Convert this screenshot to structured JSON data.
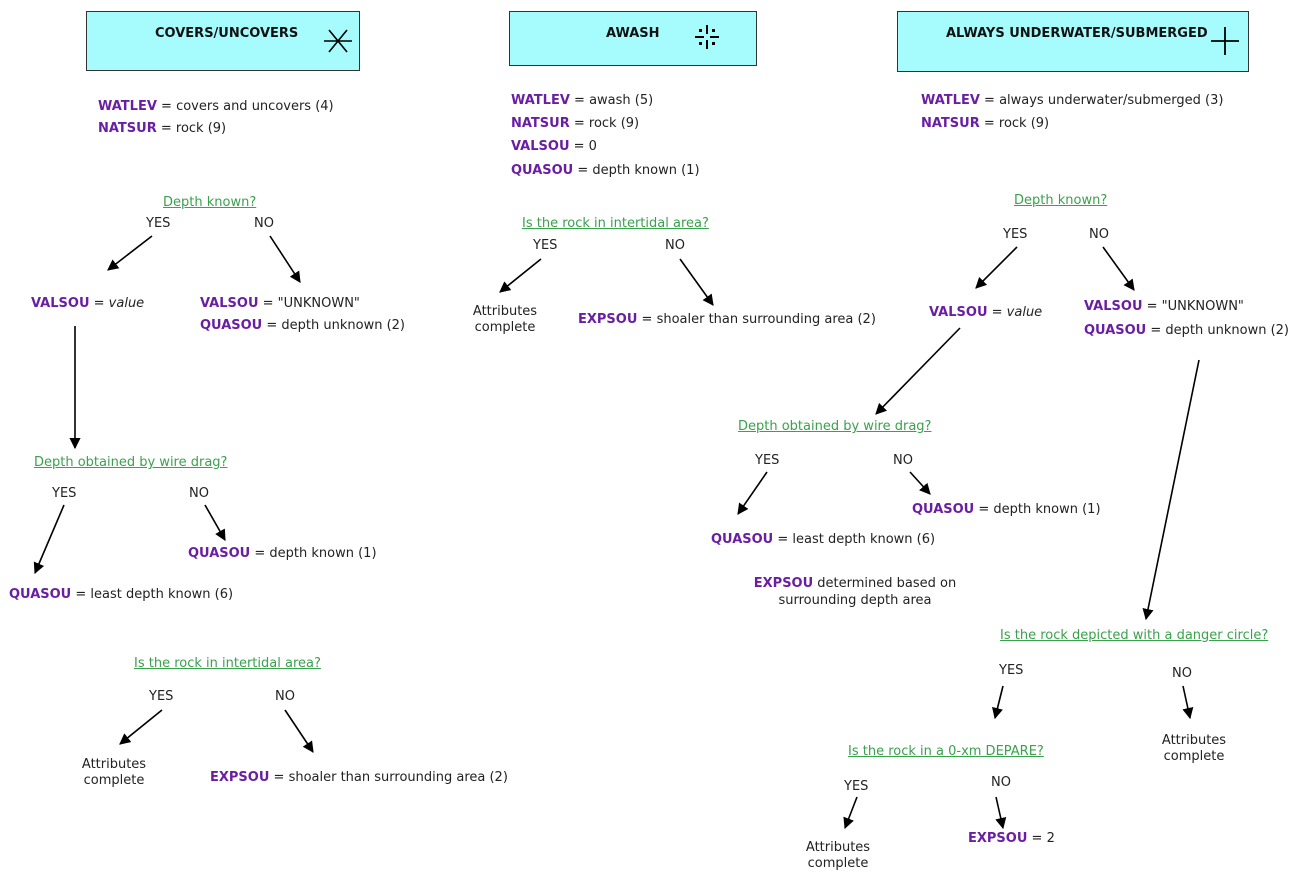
{
  "columns": {
    "covers": {
      "title": "COVERS/UNCOVERS",
      "symbol": "asterisk-symbol",
      "attrs": [
        {
          "name": "WATLEV",
          "eq": " = covers and uncovers (4)"
        },
        {
          "name": "NATSUR",
          "eq": " = rock (9)"
        }
      ],
      "q1": "Depth known?",
      "q1_yes": "YES",
      "q1_no": "NO",
      "yes_valsou": {
        "name": "VALSOU",
        "eq": " = ",
        "val": "value"
      },
      "no_valsou": {
        "name": "VALSOU",
        "eq": " = \"UNKNOWN\""
      },
      "no_quasou": {
        "name": "QUASOU",
        "eq": " = depth unknown (2)"
      },
      "q2": "Depth obtained by wire drag?",
      "q2_yes": "YES",
      "q2_no": "NO",
      "q2_yes_res": {
        "name": "QUASOU",
        "eq": " = least depth known (6)"
      },
      "q2_no_res": {
        "name": "QUASOU",
        "eq": " = depth known (1)"
      },
      "q3": "Is the rock in intertidal area?",
      "q3_yes": "YES",
      "q3_no": "NO",
      "q3_yes_res_1": "Attributes",
      "q3_yes_res_2": "complete",
      "q3_no_res": {
        "name": "EXPSOU",
        "eq": " = shoaler than surrounding area (2)"
      }
    },
    "awash": {
      "title": "AWASH",
      "symbol": "awash-symbol",
      "attrs": [
        {
          "name": "WATLEV",
          "eq": " = awash (5)"
        },
        {
          "name": "NATSUR",
          "eq": " = rock (9)"
        },
        {
          "name": "VALSOU",
          "eq": " = 0"
        },
        {
          "name": "QUASOU",
          "eq": " = depth known (1)"
        }
      ],
      "q1": "Is the rock in intertidal area?",
      "q1_yes": "YES",
      "q1_no": "NO",
      "yes_res_1": "Attributes",
      "yes_res_2": "complete",
      "no_res": {
        "name": "EXPSOU",
        "eq": " = shoaler than surrounding area (2)"
      }
    },
    "submerged": {
      "title": "ALWAYS UNDERWATER/SUBMERGED",
      "symbol": "plus-symbol",
      "attrs": [
        {
          "name": "WATLEV",
          "eq": " = always underwater/submerged (3)"
        },
        {
          "name": "NATSUR",
          "eq": " = rock (9)"
        }
      ],
      "q1": "Depth known?",
      "q1_yes": "YES",
      "q1_no": "NO",
      "yes_valsou": {
        "name": "VALSOU",
        "eq": " = ",
        "val": "value"
      },
      "no_valsou": {
        "name": "VALSOU",
        "eq": " = \"UNKNOWN\""
      },
      "no_quasou": {
        "name": "QUASOU",
        "eq": " = depth unknown (2)"
      },
      "q2": "Depth obtained by wire drag?",
      "q2_yes": "YES",
      "q2_no": "NO",
      "q2_yes_res": {
        "name": "QUASOU",
        "eq": " = least depth known (6)"
      },
      "q2_no_res": {
        "name": "QUASOU",
        "eq": " = depth known (1)"
      },
      "expsou_note_name": "EXPSOU",
      "expsou_note_1": " determined based on",
      "expsou_note_2": "surrounding depth area",
      "q3": "Is the rock depicted with a danger circle?",
      "q3_yes": "YES",
      "q3_no": "NO",
      "q3_no_res_1": "Attributes",
      "q3_no_res_2": "complete",
      "q4": "Is the rock in a 0-xm DEPARE?",
      "q4_yes": "YES",
      "q4_no": "NO",
      "q4_yes_res_1": "Attributes",
      "q4_yes_res_2": "complete",
      "q4_no_res": {
        "name": "EXPSOU",
        "eq": " = 2"
      }
    }
  },
  "colors": {
    "header_fill": "#a6fbfd",
    "attribute": "#6a1fa2",
    "question": "#3aa14c"
  }
}
